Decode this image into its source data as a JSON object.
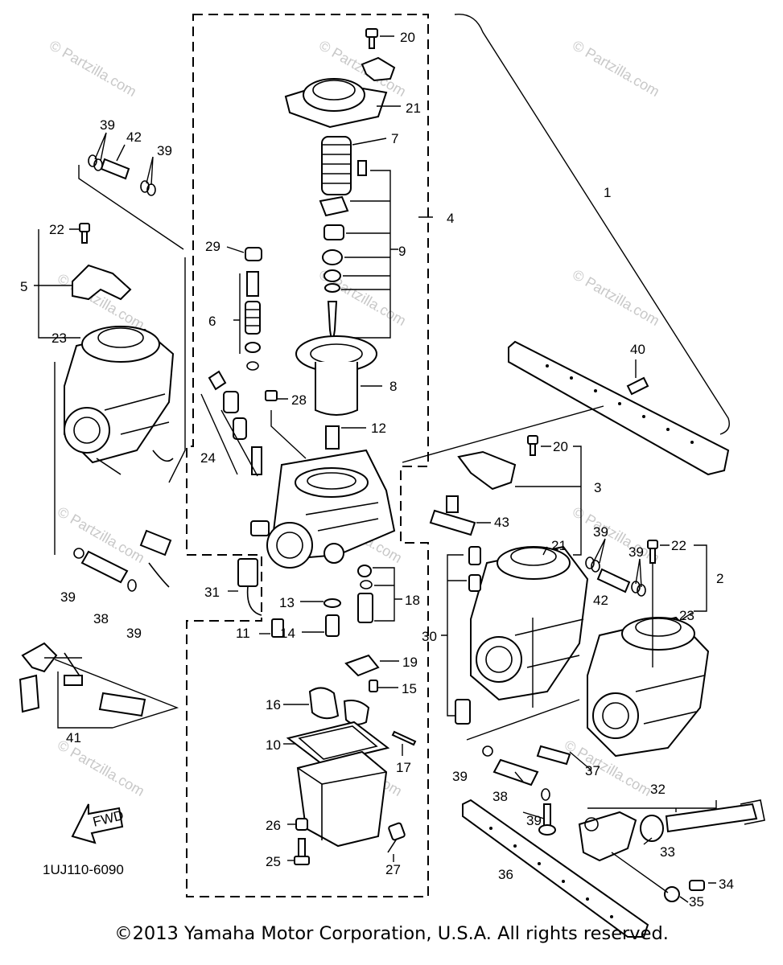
{
  "diagram": {
    "drawing_code": "1UJ110-6090",
    "fwd_label": "FWD",
    "watermark": "© Partzilla.com",
    "copyright": "©2013 Yamaha Motor Corporation, U.S.A. All rights reserved.",
    "callouts": {
      "c1": "1",
      "c2": "2",
      "c3": "3",
      "c4": "4",
      "c5": "5",
      "c6": "6",
      "c7": "7",
      "c8": "8",
      "c9": "9",
      "c10": "10",
      "c11": "11",
      "c12": "12",
      "c13": "13",
      "c14": "14",
      "c15": "15",
      "c16": "16",
      "c17": "17",
      "c18": "18",
      "c19": "19",
      "c20a": "20",
      "c20b": "20",
      "c21a": "21",
      "c21b": "21",
      "c22a": "22",
      "c22b": "22",
      "c23a": "23",
      "c23b": "23",
      "c24": "24",
      "c25": "25",
      "c26": "26",
      "c27": "27",
      "c28": "28",
      "c29": "29",
      "c30": "30",
      "c31": "31",
      "c32": "32",
      "c33": "33",
      "c34": "34",
      "c35": "35",
      "c36": "36",
      "c37": "37",
      "c38a": "38",
      "c38b": "38",
      "c39a": "39",
      "c39b": "39",
      "c39c": "39",
      "c39d": "39",
      "c39e": "39",
      "c39f": "39",
      "c39g": "39",
      "c39h": "39",
      "c40": "40",
      "c41": "41",
      "c42a": "42",
      "c42b": "42",
      "c43": "43"
    }
  }
}
